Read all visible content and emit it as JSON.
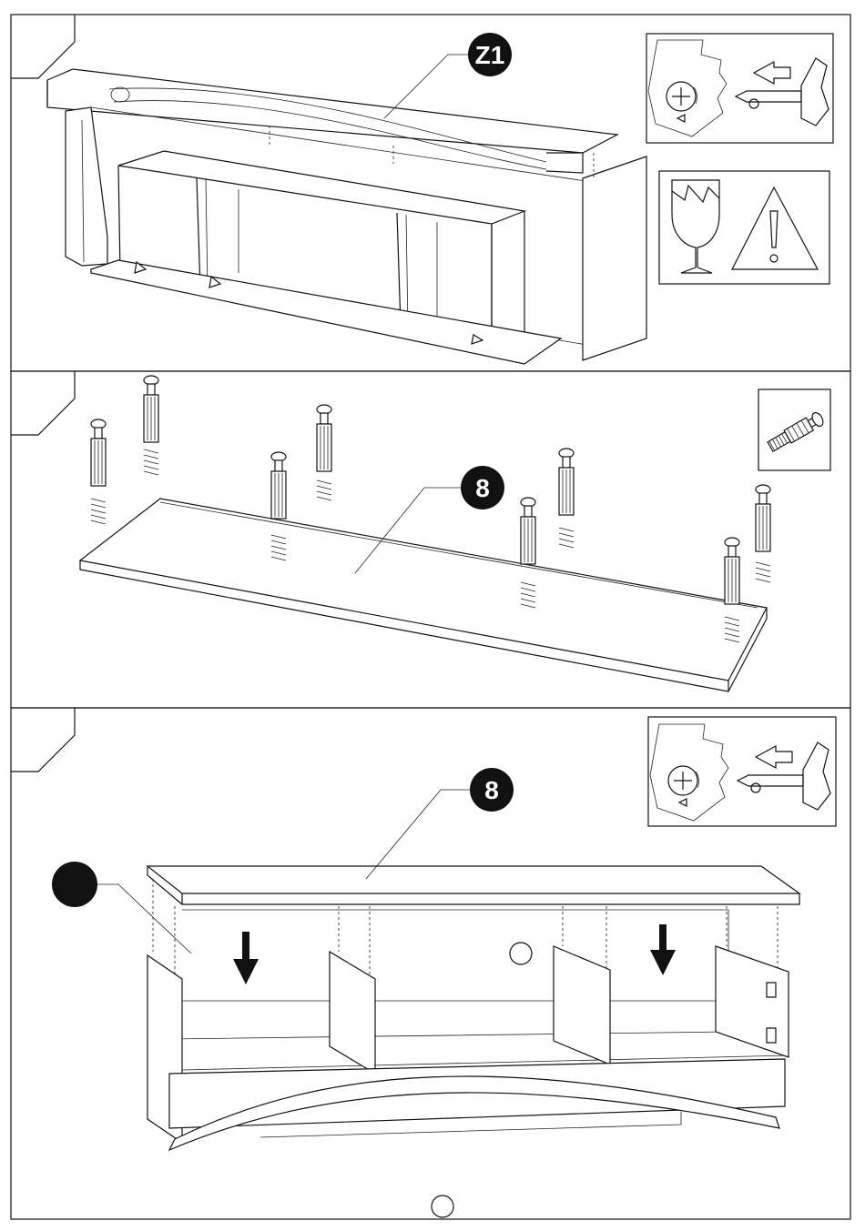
{
  "steps": [
    {
      "callout": "Z1"
    },
    {
      "callout": "8"
    },
    {
      "callout": "8"
    }
  ],
  "icons": {
    "screw_turn": "screwdriver-turn-icon",
    "fragile": "fragile-glass-icon",
    "warning": "warning-triangle-icon",
    "cam_bolt": "cam-bolt-icon"
  },
  "colors": {
    "ink": "#111111",
    "paper": "#ffffff"
  }
}
